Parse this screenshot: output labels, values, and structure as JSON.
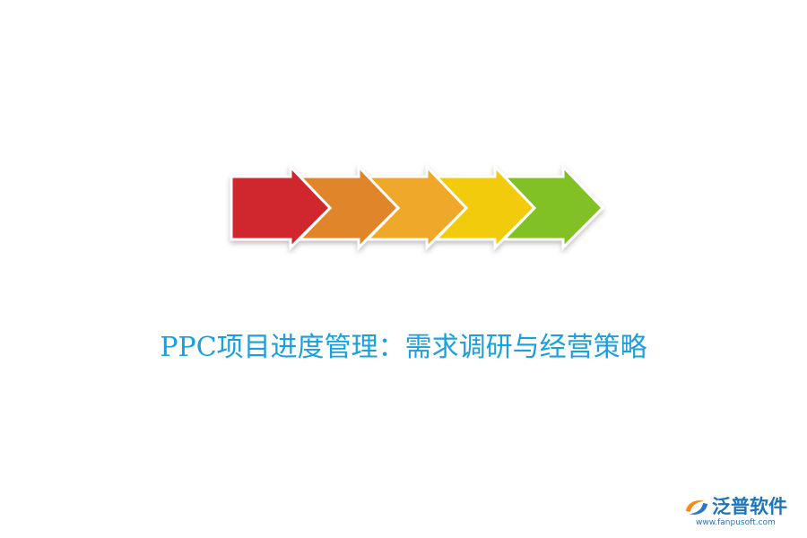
{
  "title": "PPC项目进度管理：需求调研与经营策略",
  "logo": {
    "name": "泛普软件",
    "url": "www.fanpusoft.com"
  },
  "arrows": [
    {
      "color": "#d0262e"
    },
    {
      "color": "#e0852a"
    },
    {
      "color": "#f0a82c"
    },
    {
      "color": "#f2cb10"
    },
    {
      "color": "#82c126"
    }
  ],
  "colors": {
    "title": "#19a0e0",
    "logo_name": "#1a75bb",
    "logo_url": "#2b73b8",
    "logo_mark_orange": "#f08c1e",
    "logo_mark_blue": "#2a78c0",
    "arrow_outline": "#ffffff"
  }
}
